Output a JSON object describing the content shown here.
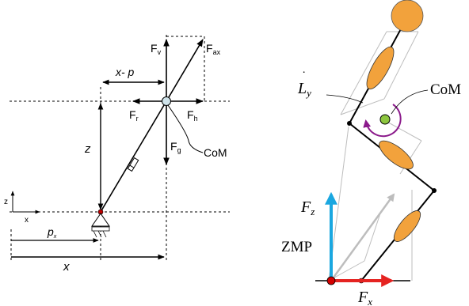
{
  "left_diagram": {
    "labels": {
      "fv": "F",
      "fv_sub": "v",
      "fax": "F",
      "fax_sub": "ax",
      "xp": "x- p",
      "fr": "F",
      "fr_sub": "r",
      "fh": "F",
      "fh_sub": "h",
      "fg": "F",
      "fg_sub": "g",
      "z_dim": "z",
      "com": "CoM",
      "axis_z": "z",
      "axis_x": "x",
      "px": "p",
      "px_sub": "x",
      "x_dim": "x"
    },
    "colors": {
      "com_fill": "#cfe3ea",
      "zmp_fill": "#c00000"
    }
  },
  "right_diagram": {
    "labels": {
      "ly": "L",
      "ly_sub": "y",
      "com": "CoM",
      "fz": "F",
      "fz_sub": "z",
      "zmp": "ZMP",
      "fx": "F",
      "fx_sub": "x"
    },
    "colors": {
      "head": "#f2a23c",
      "limb": "#f2a23c",
      "com": "#8dc63f",
      "moment_arrow": "#8b1a8b",
      "fz_arrow": "#1aa7e0",
      "fx_arrow": "#e52321",
      "resultant_arrow": "#bdbdbd",
      "zmp": "#d40000"
    }
  }
}
